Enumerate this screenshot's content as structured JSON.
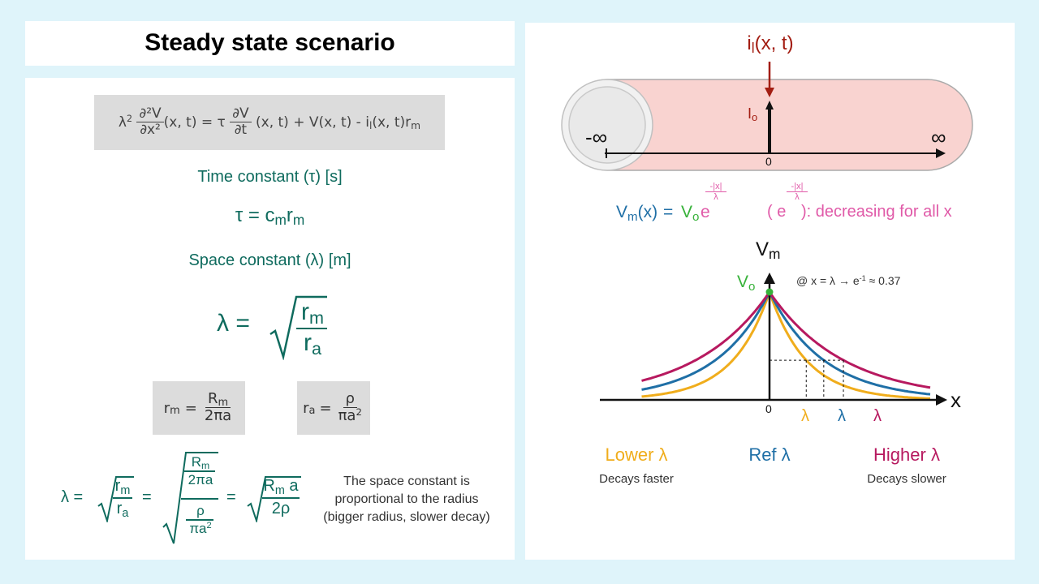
{
  "slide": {
    "title": "Steady state scenario"
  },
  "left": {
    "cable_equation": {
      "lambda": "λ",
      "sq": "2",
      "d2v": "∂²V",
      "dx2": "∂x²",
      "args1": "(x, t) = τ",
      "dv": "∂V",
      "dt": "∂t",
      "rest": "(x, t) + V(x, t) - i",
      "sub_l": "l",
      "rest2": "(x, t)r",
      "sub_m": "m"
    },
    "time_constant_label": "Time constant (τ) [s]",
    "tau_formula": {
      "lhs": "τ = c",
      "sub1": "m",
      "mid": "r",
      "sub2": "m"
    },
    "space_constant_label": "Space constant (λ) [m]",
    "lambda_formula": {
      "lhs": "λ =",
      "num": "r",
      "num_sub": "m",
      "den": "r",
      "den_sub": "a"
    },
    "rm_formula": {
      "lhs": "r",
      "lhs_sub": "m",
      "eq": "=",
      "num": "R",
      "num_sub": "m",
      "den": "2πa"
    },
    "ra_formula": {
      "lhs": "r",
      "lhs_sub": "a",
      "eq": "=",
      "num": "ρ",
      "den": "πa",
      "den_sup": "2"
    },
    "derivation": {
      "lambda_eq": "λ =",
      "f1_num": "r",
      "f1_num_sub": "m",
      "f1_den": "r",
      "f1_den_sub": "a",
      "eq2": "=",
      "f2_num_num": "R",
      "f2_num_num_sub": "m",
      "f2_num_den": "2πa",
      "f2_den_num": "ρ",
      "f2_den_den": "πa",
      "f2_den_den_sup": "2",
      "eq3": "=",
      "f3_num": "R",
      "f3_num_sub": "m",
      "f3_num_a": " a",
      "f3_den": "2ρ"
    },
    "note_lines": [
      "The space constant is",
      "proportional to the radius",
      "(bigger radius, slower decay)"
    ]
  },
  "right": {
    "current_label": {
      "i": "i",
      "sub": "l",
      "rest": "(x, t)"
    },
    "io_label": {
      "i": "I",
      "sub": "o"
    },
    "neg_inf": "-∞",
    "pos_inf": "∞",
    "zero": "0",
    "vm_equation": {
      "vm": "V",
      "vm_sub": "m",
      "vm_arg": "(x)",
      "eq": " = ",
      "vo": "V",
      "vo_sub": "o",
      "e": "e",
      "exp_num": "-|x|",
      "exp_den": "λ"
    },
    "decreasing": {
      "open": "( e",
      "exp_num": "-|x|",
      "exp_den": "λ",
      "close": "): decreasing for all x"
    },
    "graph": {
      "y_axis_label": "V",
      "y_axis_sub": "m",
      "x_axis_label": "x",
      "vo_label": "V",
      "vo_sub": "o",
      "origin_label": "0",
      "annotation": "@ x = λ → e",
      "annotation_sup": "-1",
      "annotation_tail": " ≈ 0.37",
      "tick_labels": [
        "λ",
        "λ",
        "λ"
      ]
    },
    "legend": [
      {
        "title": "Lower λ",
        "caption": "Decays faster",
        "color": "#f0ad1c"
      },
      {
        "title": "Ref λ",
        "caption": "",
        "color": "#1f6fa6"
      },
      {
        "title": "Higher λ",
        "caption": "Decays slower",
        "color": "#b7195f"
      }
    ]
  },
  "colors": {
    "teal": "#0f6b5e",
    "dark_red": "#a31d12",
    "green": "#37b23a",
    "blue": "#1f6fa6",
    "pink": "#e05aa8",
    "orange": "#f0ad1c",
    "magenta": "#b7195f",
    "cable_fill": "#f9d3d0"
  },
  "chart_data": {
    "type": "line",
    "title": "",
    "xlabel": "x",
    "ylabel": "Vm",
    "x": [
      -3,
      -2,
      -1,
      0,
      1,
      2,
      3
    ],
    "series": [
      {
        "name": "Lower λ",
        "values": [
          0.05,
          0.14,
          0.37,
          1.0,
          0.37,
          0.14,
          0.05
        ]
      },
      {
        "name": "Ref λ",
        "values": [
          0.14,
          0.26,
          0.51,
          1.0,
          0.51,
          0.26,
          0.14
        ]
      },
      {
        "name": "Higher λ",
        "values": [
          0.22,
          0.37,
          0.61,
          1.0,
          0.61,
          0.37,
          0.22
        ]
      }
    ]
  }
}
